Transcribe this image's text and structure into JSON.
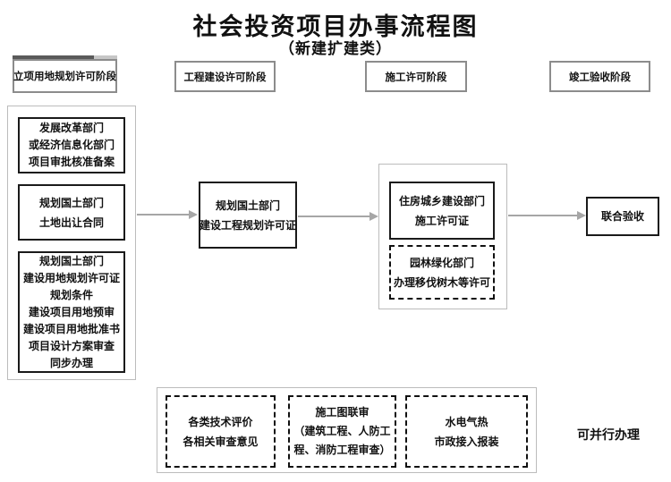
{
  "title": "社会投资项目办事流程图",
  "subtitle": "（新建扩建类）",
  "stages": [
    {
      "label": "立项用地规划许可阶段"
    },
    {
      "label": "工程建设许可阶段"
    },
    {
      "label": "施工许可阶段"
    },
    {
      "label": "竣工验收阶段"
    }
  ],
  "approval_group": {
    "boxes": [
      {
        "lines": [
          "发展改革部门",
          "或经济信息化部门",
          "项目审批核准备案"
        ]
      },
      {
        "lines": [
          "规划国土部门",
          "土地出让合同"
        ]
      },
      {
        "lines": [
          "规划国土部门",
          "建设用地规划许可证",
          "规划条件",
          "建设项目用地预审",
          "建设项目用地批准书",
          "项目设计方案审查",
          "同步办理"
        ]
      }
    ]
  },
  "planning_permit_box": {
    "lines": [
      "规划国土部门",
      "建设工程规划许可证"
    ]
  },
  "construction_permit_group": {
    "permit_box": {
      "lines": [
        "住房城乡建设部门",
        "施工许可证"
      ]
    },
    "garden_box": {
      "lines": [
        "园林绿化部门",
        "办理移伐树木等许可"
      ]
    }
  },
  "acceptance_box": {
    "label": "联合验收"
  },
  "parallel_group": {
    "boxes": [
      {
        "lines": [
          "各类技术评价",
          "各相关审查意见"
        ]
      },
      {
        "lines": [
          "施工图联审",
          "（建筑工程、人防工",
          "程、消防工程审查）"
        ]
      },
      {
        "lines": [
          "水电气热",
          "市政接入报装"
        ]
      }
    ],
    "note": "可并行办理"
  },
  "colors": {
    "box_border": "#1a1a1a",
    "container_border": "#bcbcbc",
    "header_border": "#8c8c8c",
    "arrow": "#a6a6a6"
  }
}
